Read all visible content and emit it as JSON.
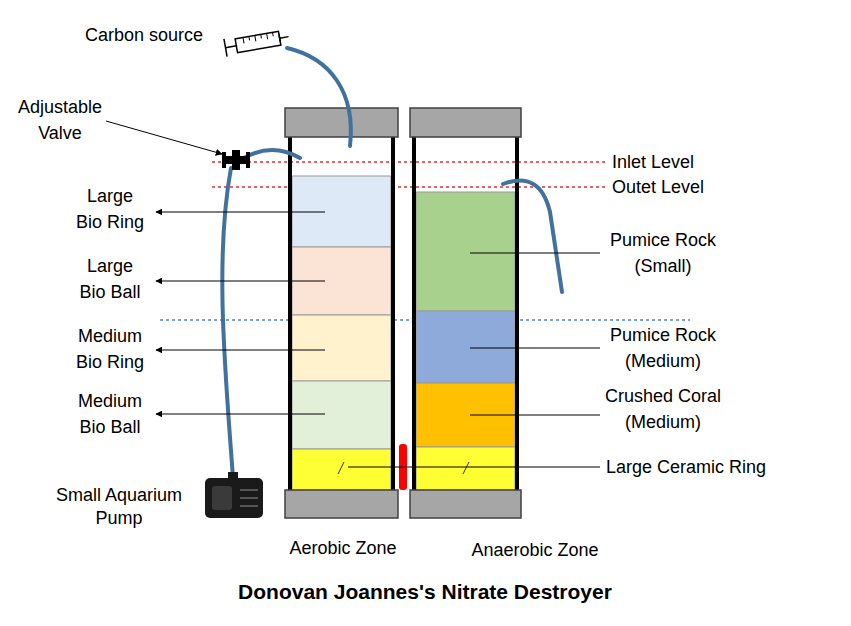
{
  "diagram": {
    "title": "Donovan Joannes's Nitrate Destroyer",
    "labels": [
      "Carbon source",
      "Adjustable Valve",
      "Inlet Level",
      "Outet Level",
      "Large Bio Ring",
      "Pumice Rock (Small)",
      "Large Bio Ball",
      "Medium Bio Ring",
      "Pumice Rock (Medium)",
      "Crushed Coral (Medium)",
      "Medium Bio Ball",
      "Large Ceramic Ring",
      "Small Aquarium Pump",
      "Aerobic Zone",
      "Anaerobic Zone"
    ]
  }
}
